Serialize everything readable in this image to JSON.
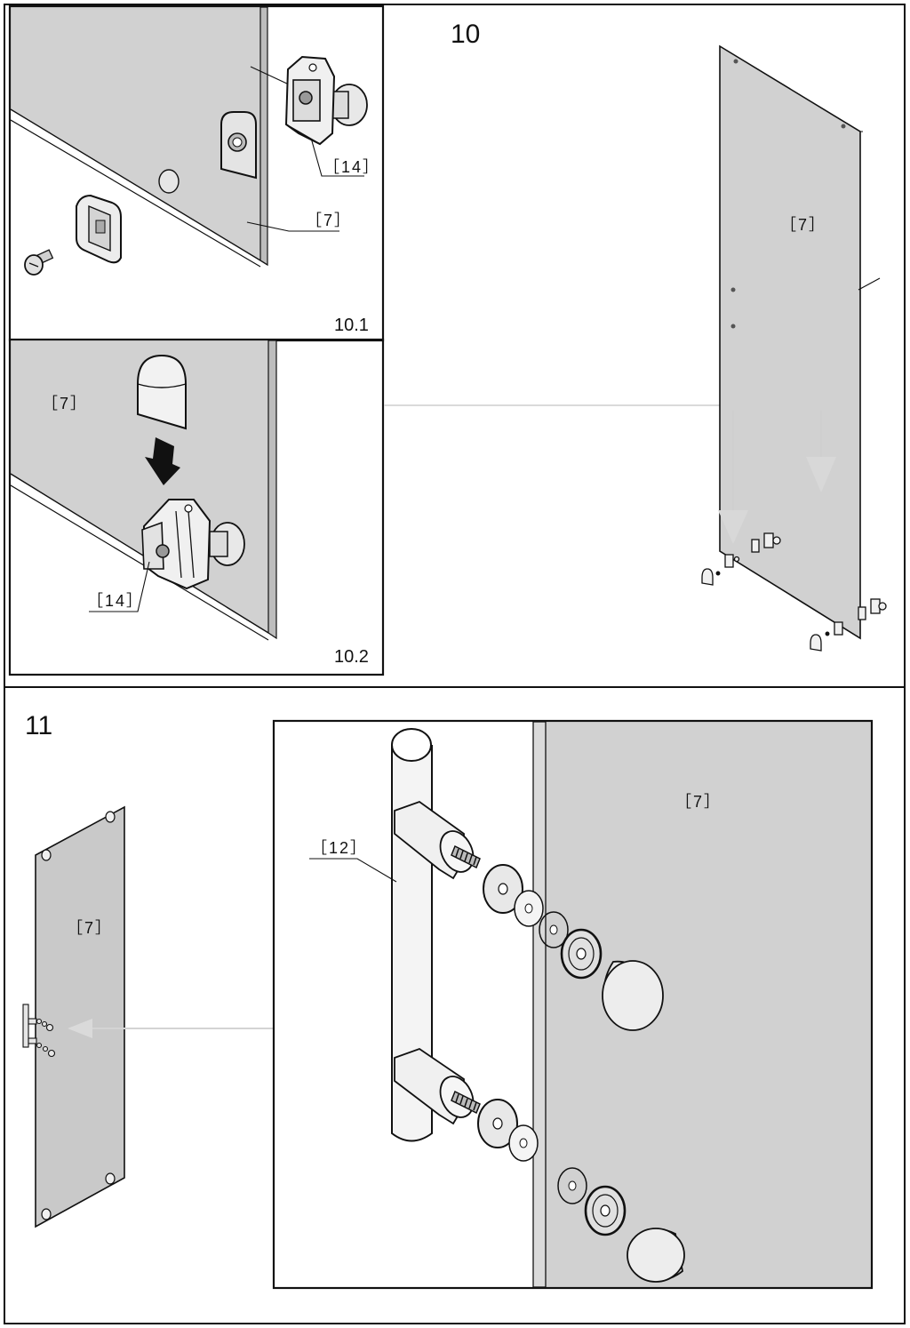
{
  "step10": {
    "number": "10",
    "detail1": {
      "number": "10.1",
      "label_part14": "［14］",
      "label_part7": "［7］"
    },
    "detail2": {
      "number": "10.2",
      "label_part7": "［7］",
      "label_part14": "［14］"
    },
    "overview": {
      "label_part7": "［7］"
    }
  },
  "step11": {
    "number": "11",
    "overview": {
      "label_part7": "［7］"
    },
    "detail": {
      "label_part7": "［7］",
      "label_part12": "［12］"
    }
  },
  "colors": {
    "panel_fill": "#d1d1d1",
    "line": "#111111",
    "guide_arrow": "#dadada"
  }
}
